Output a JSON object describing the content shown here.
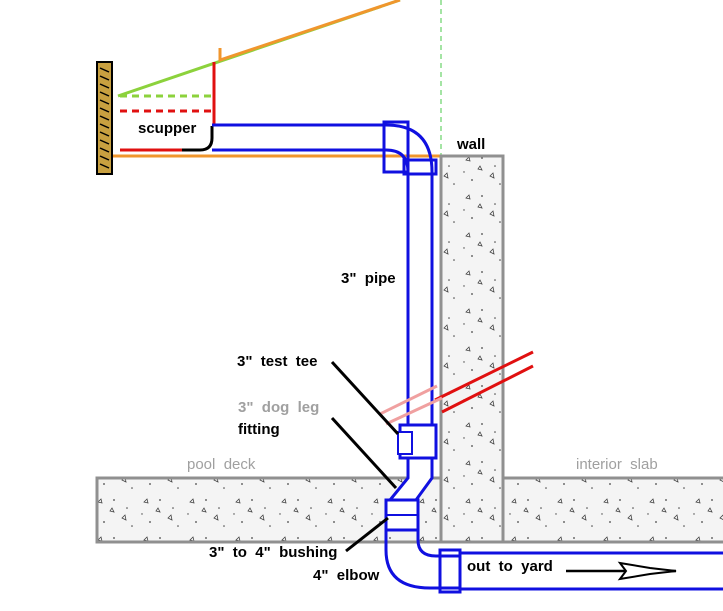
{
  "labels": {
    "scupper": "scupper",
    "wall": "wall",
    "pipe": "3\"  pipe",
    "test_tee": "3\"  test  tee",
    "dog_leg_a": "3\"  dog  leg",
    "dog_leg_b": "fitting",
    "pool_deck": "pool  deck",
    "interior_slab": "interior  slab",
    "bushing": "3\"  to  4\"  bushing",
    "elbow": "4\"  elbow",
    "out_to_yard": "out  to  yard"
  },
  "colors": {
    "pipe": "#1010e0",
    "roof_green": "#8cd23c",
    "roof_orange": "#f0962d",
    "roof_red": "#e01010",
    "concrete": "#f4f4f4",
    "concrete_border": "#909090",
    "slope_line": "#48c848"
  }
}
